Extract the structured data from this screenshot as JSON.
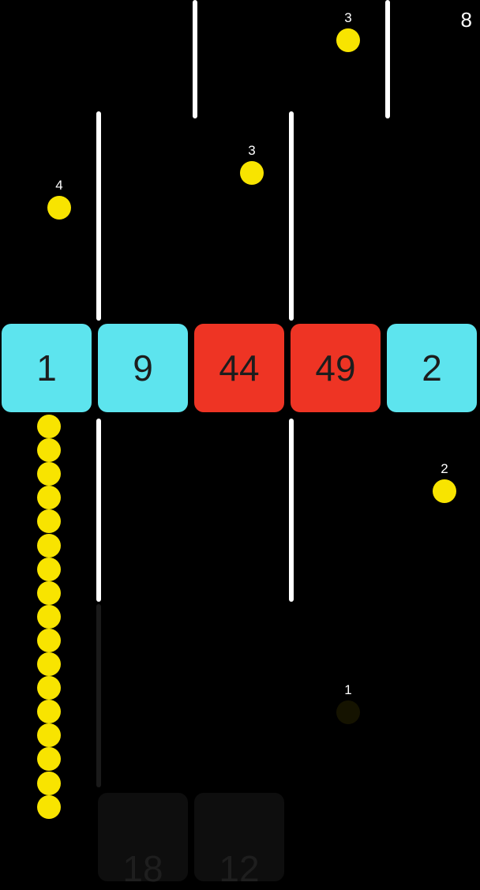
{
  "hud": {
    "score": "8"
  },
  "pellets": [
    {
      "value": "3"
    },
    {
      "value": "3"
    },
    {
      "value": "4"
    },
    {
      "value": "2"
    },
    {
      "value": "1"
    }
  ],
  "block_row": [
    {
      "value": "1",
      "color": "#5de4ee"
    },
    {
      "value": "9",
      "color": "#5de4ee"
    },
    {
      "value": "44",
      "color": "#ee3424"
    },
    {
      "value": "49",
      "color": "#ee3424"
    },
    {
      "value": "2",
      "color": "#5de4ee"
    }
  ],
  "ghost_blocks": [
    {
      "value": "18"
    },
    {
      "value": "12"
    }
  ],
  "snake": {
    "segments": 17,
    "color": "#f8e400"
  }
}
